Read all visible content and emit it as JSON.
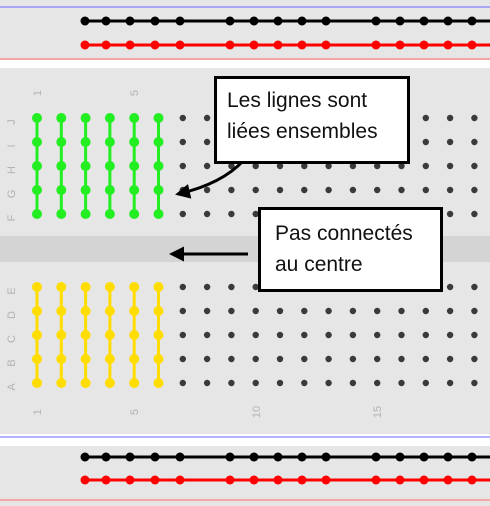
{
  "callouts": {
    "rows_linked": {
      "line1": "Les lignes sont",
      "line2": "liées ensembles"
    },
    "center_gap": {
      "line1": "Pas connectés",
      "line2": "au centre"
    }
  },
  "board": {
    "row_letters_top": [
      "J",
      "I",
      "H",
      "G",
      "F"
    ],
    "row_letters_bottom": [
      "E",
      "D",
      "C",
      "B",
      "A"
    ],
    "column_numbers_top": [
      "1",
      "5"
    ],
    "column_numbers_bottom": [
      "1",
      "5",
      "10",
      "15"
    ],
    "connected_columns": 6,
    "colors": {
      "board": "#e6e6e6",
      "gap": "#d4d4d4",
      "hole": "#3a3a3a",
      "top_strip_green": "#22ee22",
      "bottom_strip_yellow": "#ffdd00",
      "rail_black": "#000000",
      "rail_red": "#ff0000",
      "rail_line_blue": "#6666ff",
      "rail_line_red": "#ff6666"
    }
  }
}
